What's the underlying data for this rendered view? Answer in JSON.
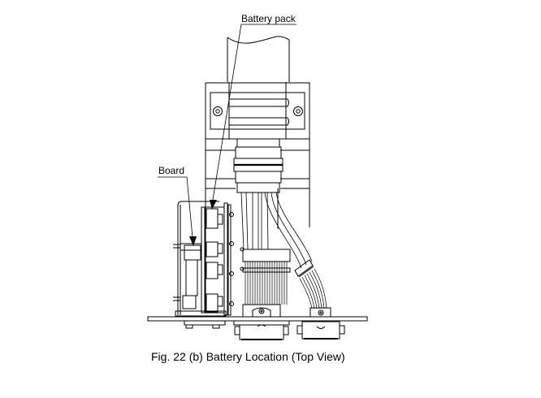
{
  "figure": {
    "caption": "Fig. 22 (b)  Battery Location (Top View)",
    "callouts": [
      {
        "id": "battery-pack",
        "label": "Battery pack"
      },
      {
        "id": "board",
        "label": "Board"
      }
    ]
  }
}
